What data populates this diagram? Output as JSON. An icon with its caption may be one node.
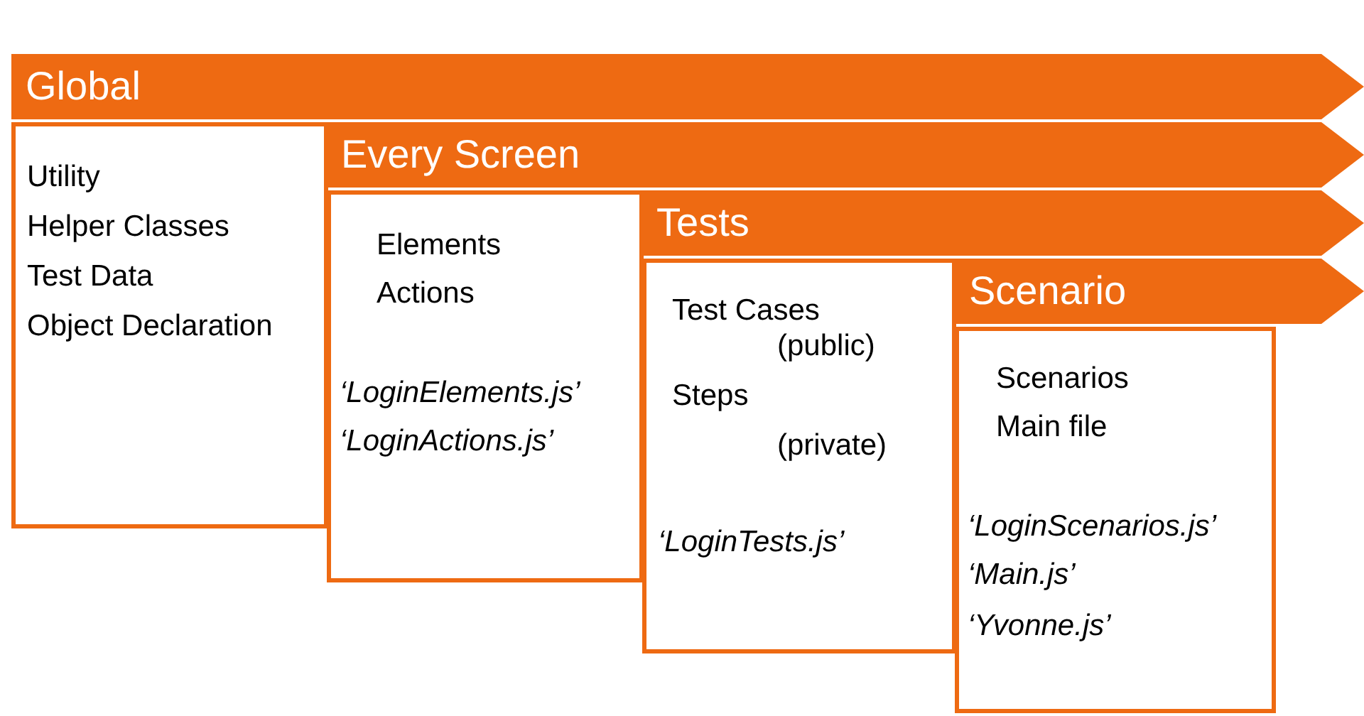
{
  "diagram": {
    "nodes": [
      {
        "text": [
          "Global"
        ]
      },
      {
        "text": [
          "Every Screen"
        ]
      },
      {
        "text": [
          "Tests"
        ]
      },
      {
        "text": [
          "Scenario"
        ]
      },
      {
        "text": [
          "Utility",
          "Helper Classes",
          "Test Data",
          "Object Declaration"
        ]
      },
      {
        "text": [
          "Elements",
          "Actions",
          "‘LoginElements.js’",
          "‘LoginActions.js’"
        ]
      },
      {
        "text": [
          "Test Cases",
          "(public)",
          "Steps",
          "(private)",
          "‘LoginTests.js’"
        ]
      },
      {
        "text": [
          "Scenarios",
          "Main file",
          "‘LoginScenarios.js’",
          "‘Main.js’",
          "‘Yvonne.js’"
        ]
      }
    ],
    "edges": []
  }
}
